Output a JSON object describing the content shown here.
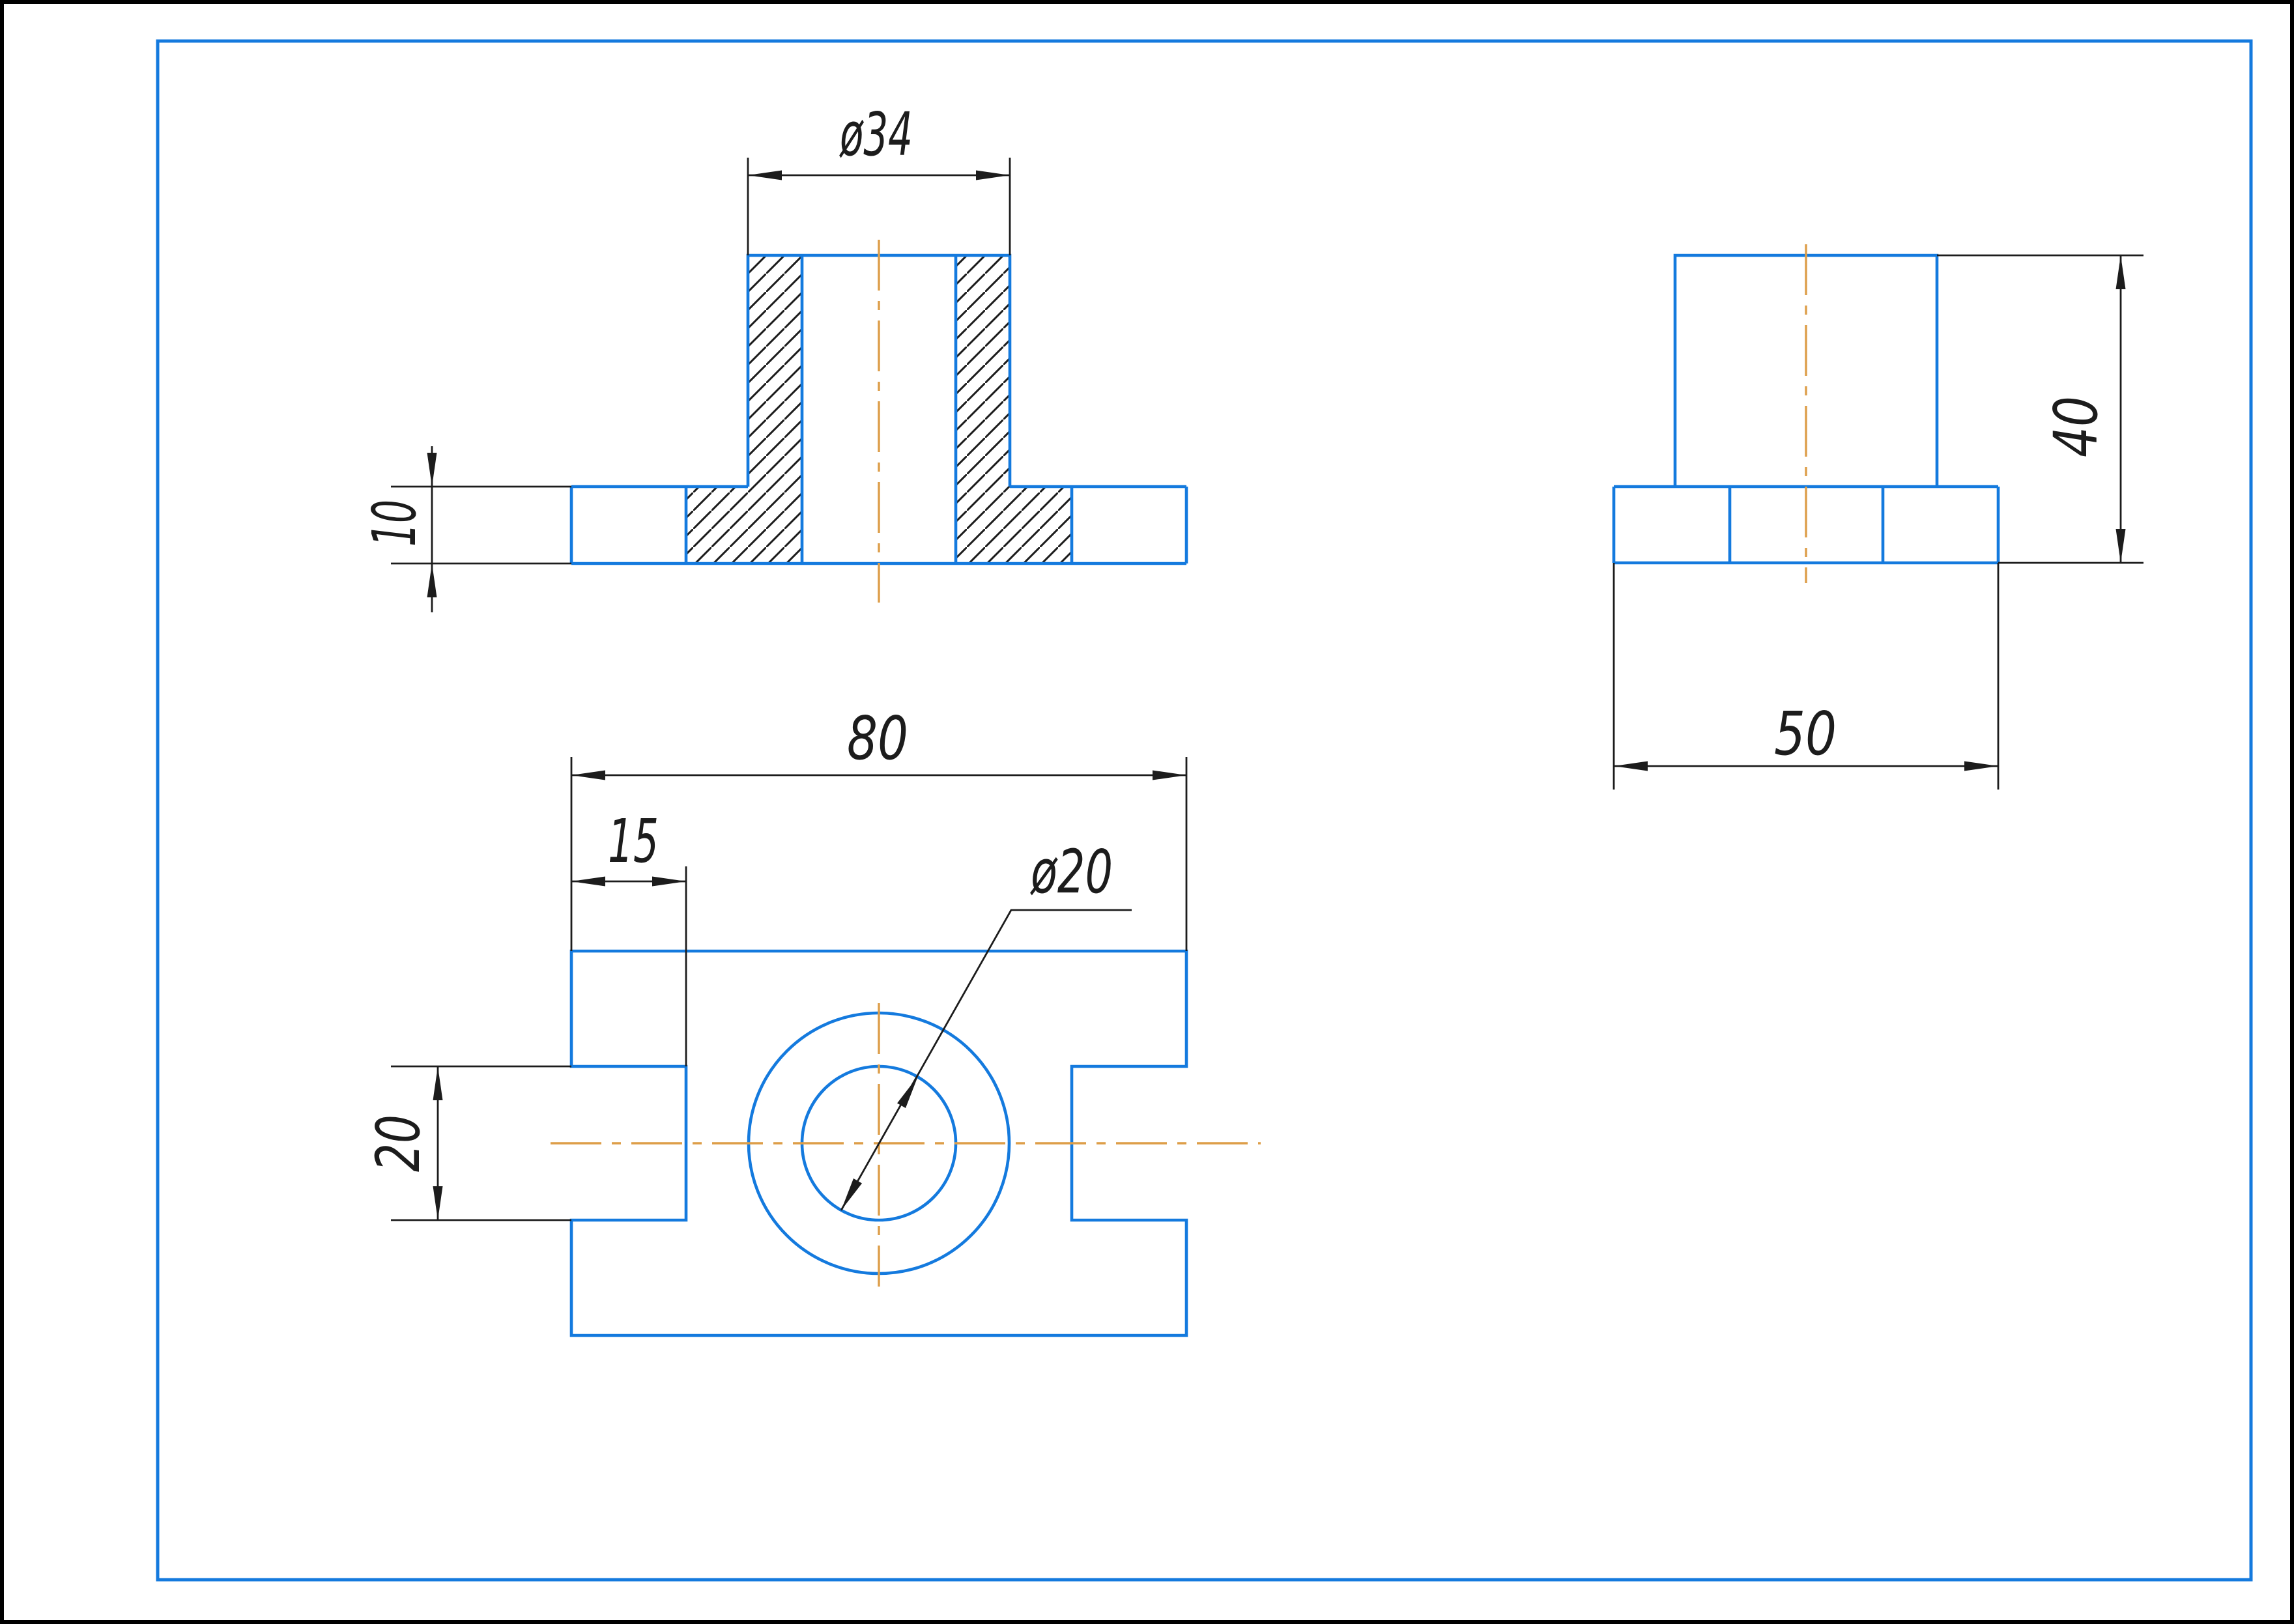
{
  "sheet": {
    "type": "engineering-drawing",
    "colors": {
      "outline": "#147ade",
      "dim": "#1c1c1c",
      "center": "#dd9e49",
      "frame": "#147ade",
      "border": "#000000",
      "bg": "#ffffff"
    },
    "views": {
      "front_section": {
        "dims": {
          "boss_diameter": {
            "label": "ø34",
            "value": 34
          },
          "flange_thickness": {
            "label": "10",
            "value": 10
          }
        }
      },
      "side": {
        "dims": {
          "total_height": {
            "label": "40",
            "value": 40
          },
          "depth": {
            "label": "50",
            "value": 50
          }
        }
      },
      "top": {
        "dims": {
          "overall_width": {
            "label": "80",
            "value": 80
          },
          "slot_depth": {
            "label": "15",
            "value": 15
          },
          "hole_diameter": {
            "label": "ø20",
            "value": 20
          },
          "slot_width": {
            "label": "20",
            "value": 20
          }
        }
      }
    }
  }
}
